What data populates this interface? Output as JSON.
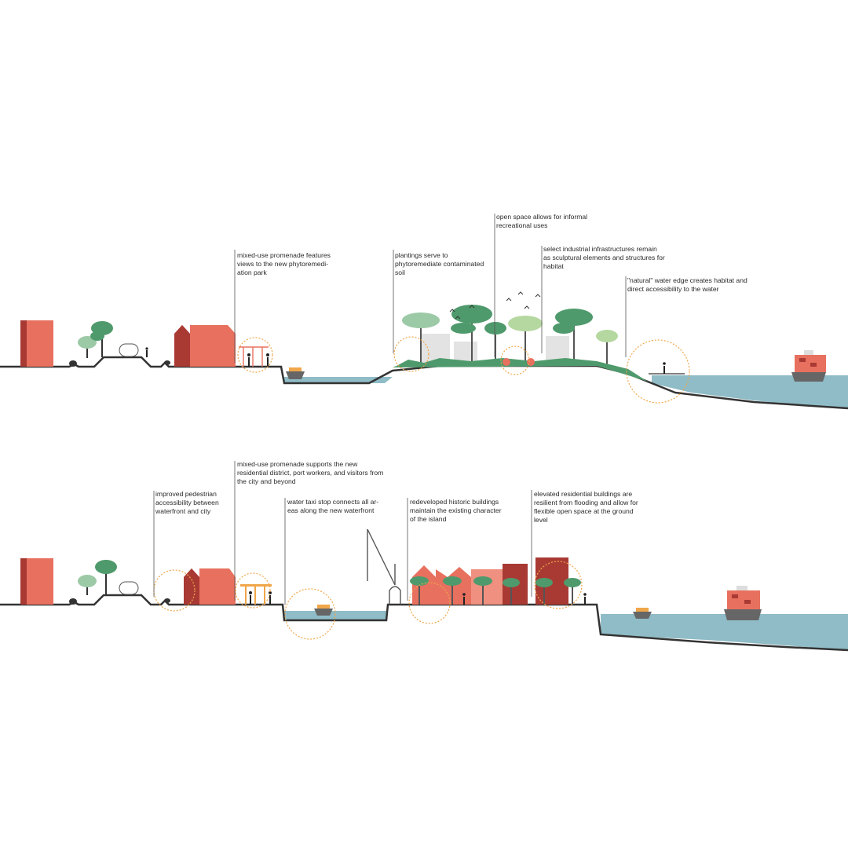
{
  "colors": {
    "building": "#e8705f",
    "building_dark": "#a83a33",
    "building_light": "#f09080",
    "water": "#8fbcc6",
    "ground": "#333333",
    "tree": "#4f9a6c",
    "tree_light": "#9cc9a6",
    "marker": "#f0a64a",
    "annotation_line": "#555555"
  },
  "icons": {
    "tree": "tree-icon",
    "person": "person-icon",
    "bird": "bird-icon",
    "ship": "ship-icon",
    "boat": "boat-icon",
    "crane": "crane-icon",
    "focus": "focus-circle"
  },
  "section_top": {
    "annotations": [
      {
        "id": "promenade-phyto",
        "text": "mixed-use promenade features\nviews to the new phytoremedi-\nation park"
      },
      {
        "id": "plantings",
        "text": "plantings serve to\nphytoremediate contaminated\nsoil"
      },
      {
        "id": "open-space",
        "text": "open space allows for informal\nrecreational uses"
      },
      {
        "id": "industrial",
        "text": "select industrial infrastructures remain\nas sculptural elements and structures for\nhabitat"
      },
      {
        "id": "natural-edge",
        "text": "\"natural\" water edge creates habitat and\ndirect accessibility to the water"
      }
    ]
  },
  "section_bottom": {
    "annotations": [
      {
        "id": "pedestrian",
        "text": "improved pedestrian\naccessibility between\nwaterfront and city"
      },
      {
        "id": "promenade-residential",
        "text": "mixed-use promenade supports the new\nresidential district, port workers, and visitors from\nthe city and beyond"
      },
      {
        "id": "water-taxi",
        "text": "water taxi stop connects all ar-\neas along the new waterfront"
      },
      {
        "id": "historic",
        "text": "redeveloped historic buildings\nmaintain the existing character\nof the island"
      },
      {
        "id": "elevated",
        "text": "elevated residential buildings are\nresilient from flooding and allow for\nflexible open space at the ground\nlevel"
      }
    ]
  }
}
